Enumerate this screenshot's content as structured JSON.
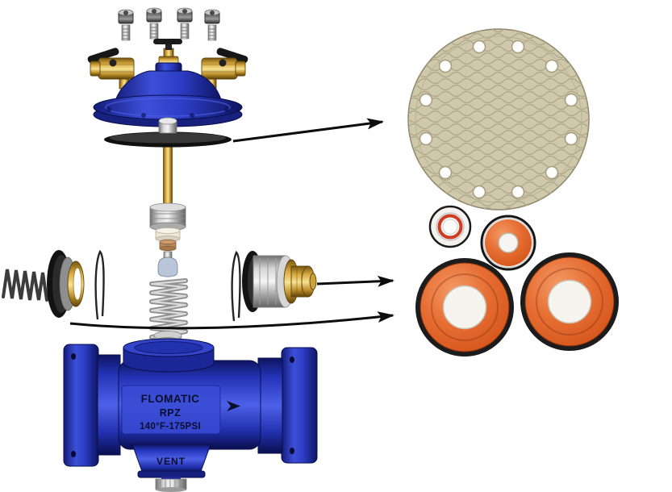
{
  "diagram": {
    "kind": "exploded-parts-diagram",
    "subject": "Flomatic RPZ backflow preventer exploded view with repair kit parts",
    "valve_label": {
      "brand": "FLOMATIC",
      "model": "RPZ",
      "rating": "140°F-175PSI"
    },
    "vent_label": "VENT",
    "callouts": {
      "arrow_count": 3
    },
    "kit_parts": [
      "fabric-reinforced-diaphragm",
      "o-ring-seal",
      "grommet-seal",
      "relief-valve-diaphragm-left",
      "relief-valve-diaphragm-right"
    ],
    "colors": {
      "valve_blue": "#2c3cc4",
      "brass_gold": "#d9ab43",
      "steel_gray": "#c9c9c9",
      "seal_orange": "#e0622a",
      "diaphragm_tan": "#cfc8ab",
      "arrow": "#0d0d0d"
    }
  }
}
